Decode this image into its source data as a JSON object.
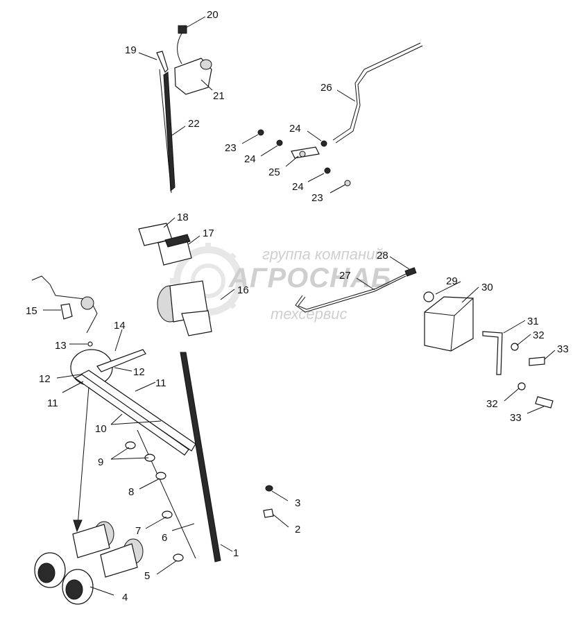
{
  "watermark": {
    "line1": "группа компаний",
    "line2": "АГРОСНАБ",
    "line3": "техсервис"
  },
  "callouts": [
    {
      "id": "c1",
      "text": "1"
    },
    {
      "id": "c2",
      "text": "2"
    },
    {
      "id": "c3",
      "text": "3"
    },
    {
      "id": "c4",
      "text": "4"
    },
    {
      "id": "c5",
      "text": "5"
    },
    {
      "id": "c6",
      "text": "6"
    },
    {
      "id": "c7",
      "text": "7"
    },
    {
      "id": "c8",
      "text": "8"
    },
    {
      "id": "c9",
      "text": "9"
    },
    {
      "id": "c10",
      "text": "10"
    },
    {
      "id": "c11a",
      "text": "11"
    },
    {
      "id": "c11b",
      "text": "11"
    },
    {
      "id": "c12a",
      "text": "12"
    },
    {
      "id": "c12b",
      "text": "12"
    },
    {
      "id": "c13",
      "text": "13"
    },
    {
      "id": "c14",
      "text": "14"
    },
    {
      "id": "c15",
      "text": "15"
    },
    {
      "id": "c16",
      "text": "16"
    },
    {
      "id": "c17",
      "text": "17"
    },
    {
      "id": "c18",
      "text": "18"
    },
    {
      "id": "c19",
      "text": "19"
    },
    {
      "id": "c20",
      "text": "20"
    },
    {
      "id": "c21",
      "text": "21"
    },
    {
      "id": "c22",
      "text": "22"
    },
    {
      "id": "c23a",
      "text": "23"
    },
    {
      "id": "c23b",
      "text": "23"
    },
    {
      "id": "c24a",
      "text": "24"
    },
    {
      "id": "c24b",
      "text": "24"
    },
    {
      "id": "c24c",
      "text": "24"
    },
    {
      "id": "c25",
      "text": "25"
    },
    {
      "id": "c26",
      "text": "26"
    },
    {
      "id": "c27",
      "text": "27"
    },
    {
      "id": "c28",
      "text": "28"
    },
    {
      "id": "c29",
      "text": "29"
    },
    {
      "id": "c30",
      "text": "30"
    },
    {
      "id": "c31",
      "text": "31"
    },
    {
      "id": "c32a",
      "text": "32"
    },
    {
      "id": "c32b",
      "text": "32"
    },
    {
      "id": "c33a",
      "text": "33"
    },
    {
      "id": "c33b",
      "text": "33"
    }
  ]
}
